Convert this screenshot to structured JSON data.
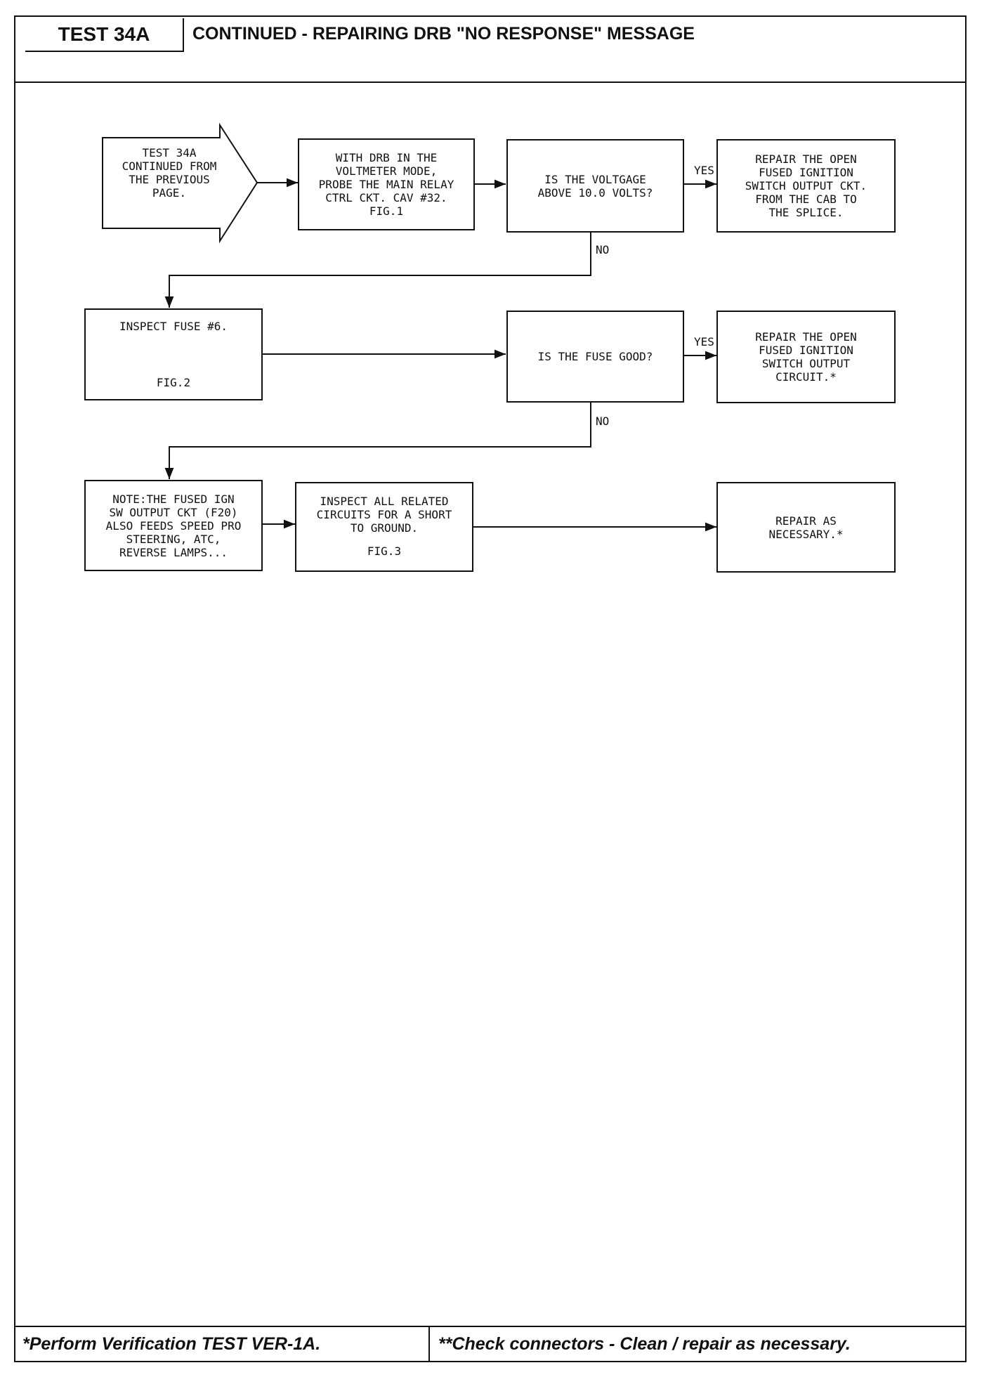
{
  "header": {
    "test_id": "TEST 34A",
    "title": "CONTINUED - REPAIRING DRB \"NO RESPONSE\" MESSAGE"
  },
  "start_arrow": {
    "text": "TEST 34A\nCONTINUED FROM\nTHE PREVIOUS\nPAGE."
  },
  "boxes": {
    "step_voltmeter": "WITH DRB IN THE\nVOLTMETER MODE,\nPROBE THE MAIN RELAY\nCTRL CKT. CAV #32.\nFIG.1",
    "decision_voltage": "IS THE VOLTGAGE\nABOVE 10.0 VOLTS?",
    "repair_open_splice": "REPAIR THE OPEN\nFUSED IGNITION\nSWITCH OUTPUT CKT.\nFROM THE CAB TO\nTHE SPLICE.",
    "inspect_fuse": "INSPECT FUSE #6.",
    "inspect_fuse_fig": "FIG.2",
    "decision_fuse": "IS THE FUSE GOOD?",
    "repair_open_circuit": "REPAIR THE OPEN\nFUSED IGNITION\nSWITCH OUTPUT\nCIRCUIT.*",
    "note_fused": "NOTE:THE FUSED IGN\nSW OUTPUT CKT (F20)\nALSO FEEDS SPEED PRO\nSTEERING, ATC,\nREVERSE LAMPS...",
    "inspect_related": "INSPECT ALL RELATED\nCIRCUITS FOR A SHORT\nTO GROUND.",
    "inspect_related_fig": "FIG.3",
    "repair_necessary": "REPAIR AS\nNECESSARY.*"
  },
  "labels": {
    "yes_1": "YES",
    "no_1": "NO",
    "yes_2": "YES",
    "no_2": "NO"
  },
  "footer": {
    "left": "*Perform Verification TEST VER-1A.",
    "right": "**Check connectors - Clean / repair as necessary."
  }
}
